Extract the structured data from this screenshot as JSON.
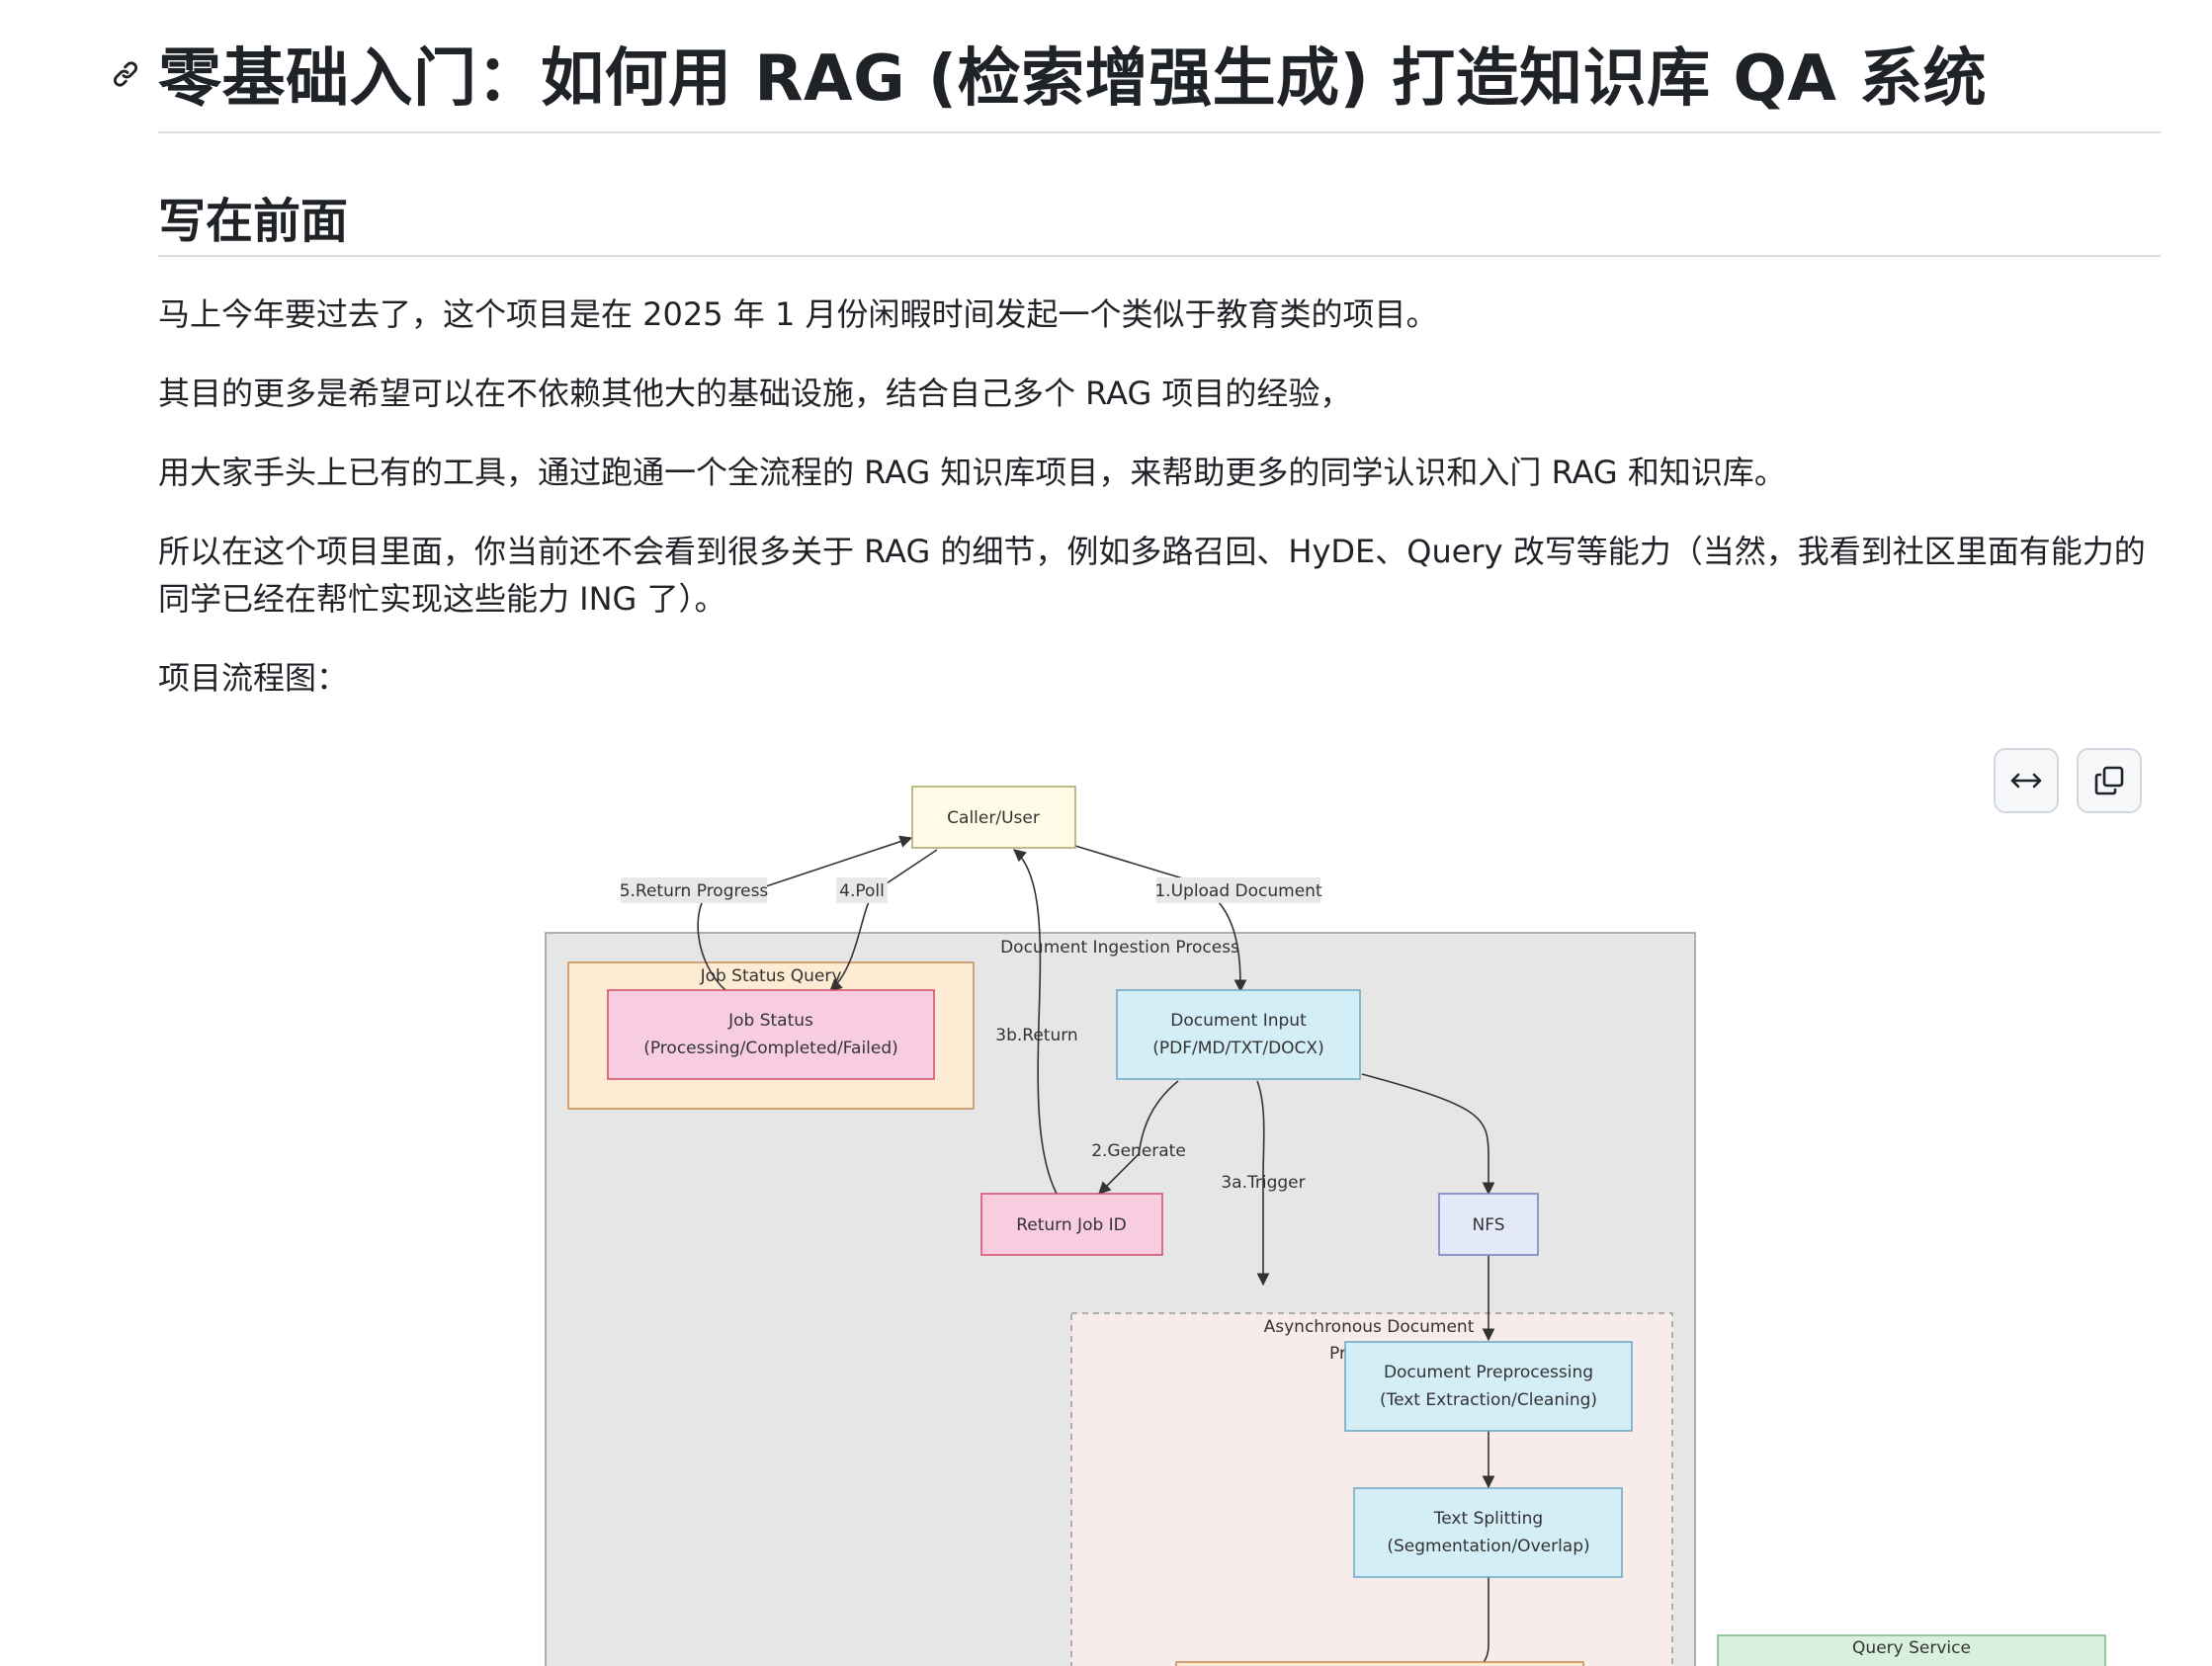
{
  "title": "零基础入门：如何用 RAG (检索增强生成) 打造知识库 QA 系统",
  "section_heading": "写在前面",
  "paragraphs": [
    "马上今年要过去了，这个项目是在 2025 年 1 月份闲暇时间发起一个类似于教育类的项目。",
    "其目的更多是希望可以在不依赖其他大的基础设施，结合自己多个 RAG 项目的经验，",
    "用大家手头上已有的工具，通过跑通一个全流程的 RAG 知识库项目，来帮助更多的同学认识和入门 RAG 和知识库。",
    "所以在这个项目里面，你当前还不会看到很多关于 RAG 的细节，例如多路召回、HyDE、Query 改写等能力（当然，我看到社区里面有能力的同学已经在帮忙实现这些能力 ING 了）。",
    "项目流程图："
  ],
  "toolbar": {
    "expand_icon": "arrows-horizontal-icon",
    "copy_icon": "copy-icon"
  },
  "diagram": {
    "nodes": {
      "caller": "Caller/User",
      "job_status_1": "Job Status",
      "job_status_2": "(Processing/Completed/Failed)",
      "doc_input_1": "Document Input",
      "doc_input_2": "(PDF/MD/TXT/DOCX)",
      "return_job": "Return Job ID",
      "nfs": "NFS",
      "preproc_1": "Document Preprocessing",
      "preproc_2": "(Text Extraction/Cleaning)",
      "split_1": "Text Splitting",
      "split_2": "(Segmentation/Overlap)"
    },
    "groups": {
      "ingestion": "Document Ingestion Process",
      "job_query": "Job Status Query",
      "async_1": "Asynchronous Document",
      "async_2": "Pr",
      "query_service": "Query Service"
    },
    "edges": {
      "return_progress": "5.Return Progress",
      "poll": "4.Poll",
      "upload": "1.Upload Document",
      "return3b": "3b.Return",
      "generate": "2.Generate",
      "trigger": "3a.Trigger"
    },
    "colors": {
      "caller_fill": "#fffbe6",
      "job_group_fill": "#fdebd3",
      "pink_fill": "#f8cde0",
      "blue_fill": "#d4eef7",
      "nfs_fill": "#e4e9f9",
      "async_fill": "#f8eceb",
      "query_fill": "#d9f0dd",
      "ingest_fill": "#e6e6e6"
    }
  }
}
